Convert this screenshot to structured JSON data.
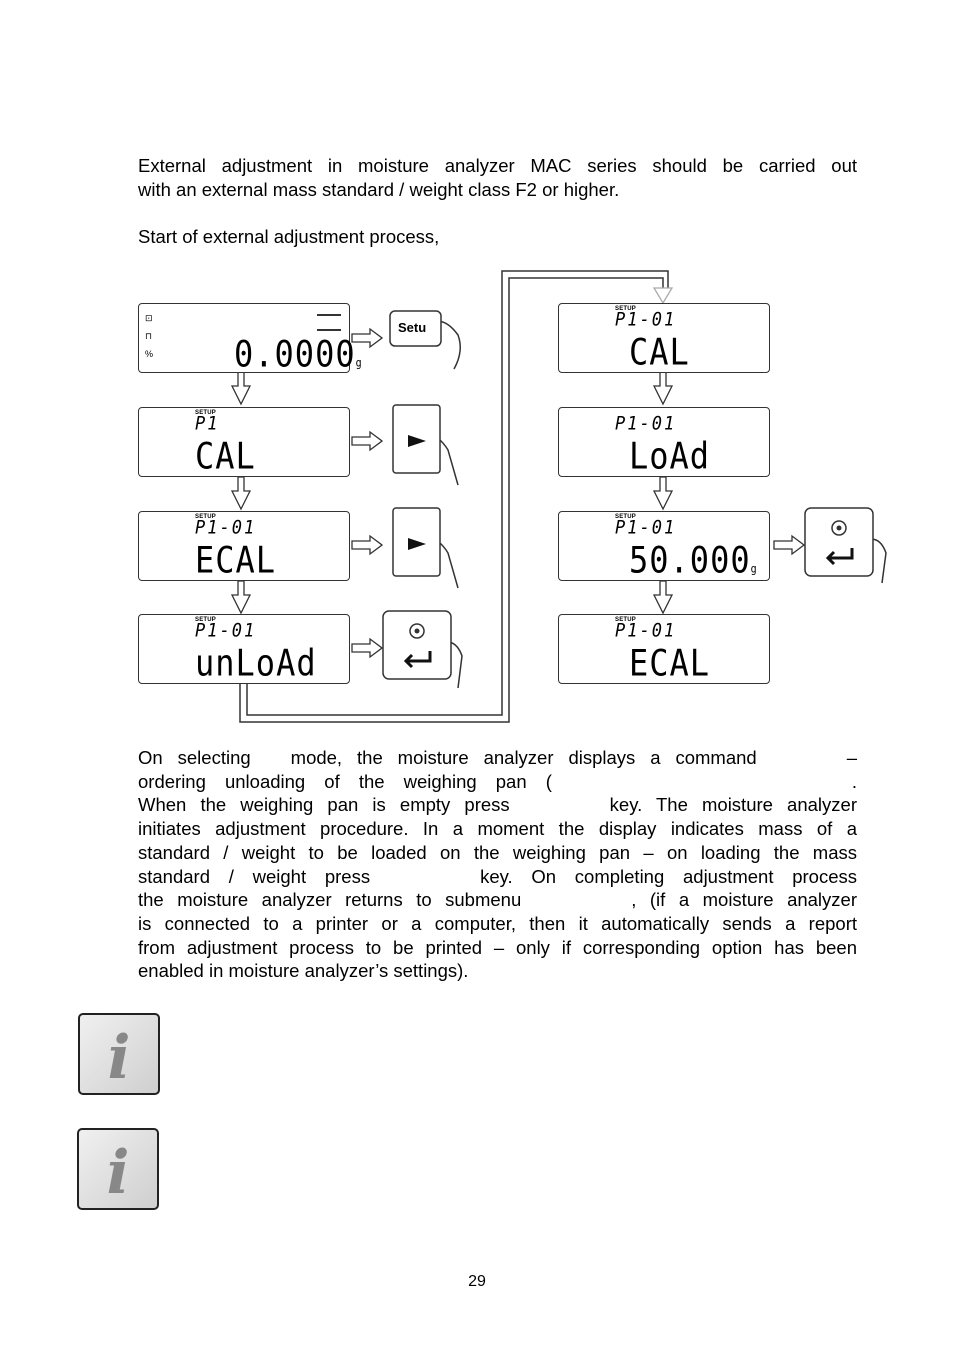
{
  "intro": {
    "line1": "External adjustment in moisture analyzer MAC series should be carried out",
    "line2": "with an external mass standard / weight class F2 or higher.",
    "start": "Start of external adjustment process,"
  },
  "displays_left": [
    {
      "setup": "",
      "sub": "",
      "main": "0.0000",
      "unit": "g"
    },
    {
      "setup": "SETUP",
      "sub": "P1",
      "main": "CAL",
      "unit": ""
    },
    {
      "setup": "SETUP",
      "sub": "P1-01",
      "main": "ECAL",
      "unit": ""
    },
    {
      "setup": "SETUP",
      "sub": "P1-01",
      "main": "unLoAd",
      "unit": ""
    }
  ],
  "displays_right": [
    {
      "setup": "SETUP",
      "sub": "P1-01",
      "main": "CAL",
      "unit": ""
    },
    {
      "setup": "",
      "sub": "P1-01",
      "main": "LoAd",
      "unit": ""
    },
    {
      "setup": "SETUP",
      "sub": "P1-01",
      "main": "50.000",
      "unit": "g"
    },
    {
      "setup": "SETUP",
      "sub": "P1-01",
      "main": "ECAL",
      "unit": ""
    }
  ],
  "keys": {
    "setup_label": "Setu"
  },
  "body": {
    "l1a": "On selecting",
    "l1b": "mode, the moisture analyzer displays a command",
    "l1c": "–",
    "l2a": "ordering unloading of the weighing pan (",
    "l2b": ".",
    "l3a": "When the weighing pan is empty press",
    "l3b": "key. The moisture analyzer",
    "l4": "initiates adjustment procedure. In a moment the display indicates mass of a",
    "l5": "standard / weight to be loaded on the weighing pan – on loading the mass",
    "l6a": "standard / weight press",
    "l6b": "key. On completing adjustment process",
    "l7a": "the moisture analyzer returns to submenu",
    "l7b": ", (if a moisture analyzer",
    "l8": "is connected to a printer or a computer, then it automatically sends a report",
    "l9": "from adjustment process to be printed – only if corresponding option has been",
    "l10": "enabled in moisture analyzer’s settings)."
  },
  "info_icon": "info-icon",
  "page_number": "29"
}
